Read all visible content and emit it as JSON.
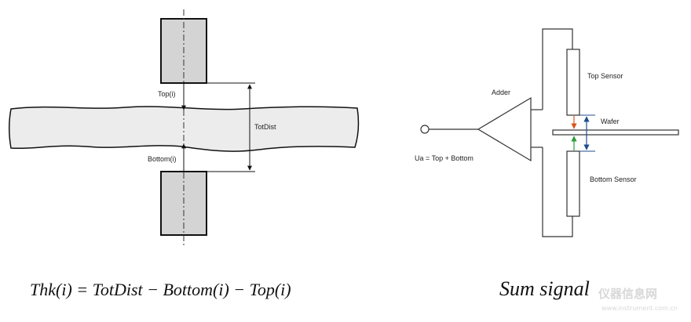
{
  "left_diagram": {
    "top_label": "Top(i)",
    "bottom_label": "Bottom(i)",
    "totdist_label": "TotDist",
    "formula": "Thk(i) = TotDist − Bottom(i) − Top(i)"
  },
  "right_diagram": {
    "adder_label": "Adder",
    "top_sensor_label": "Top Sensor",
    "wafer_label": "Wafer",
    "bottom_sensor_label": "Bottom Sensor",
    "output_label": "Ua = Top + Bottom",
    "caption": "Sum signal",
    "down_arrow_color": "#d9541e",
    "up_arrow_color": "#2e9c3a",
    "dimension_color": "#1f4e8c"
  },
  "watermark": {
    "text": "仪器信息网",
    "subtext": "www.instrument.com.cn"
  }
}
